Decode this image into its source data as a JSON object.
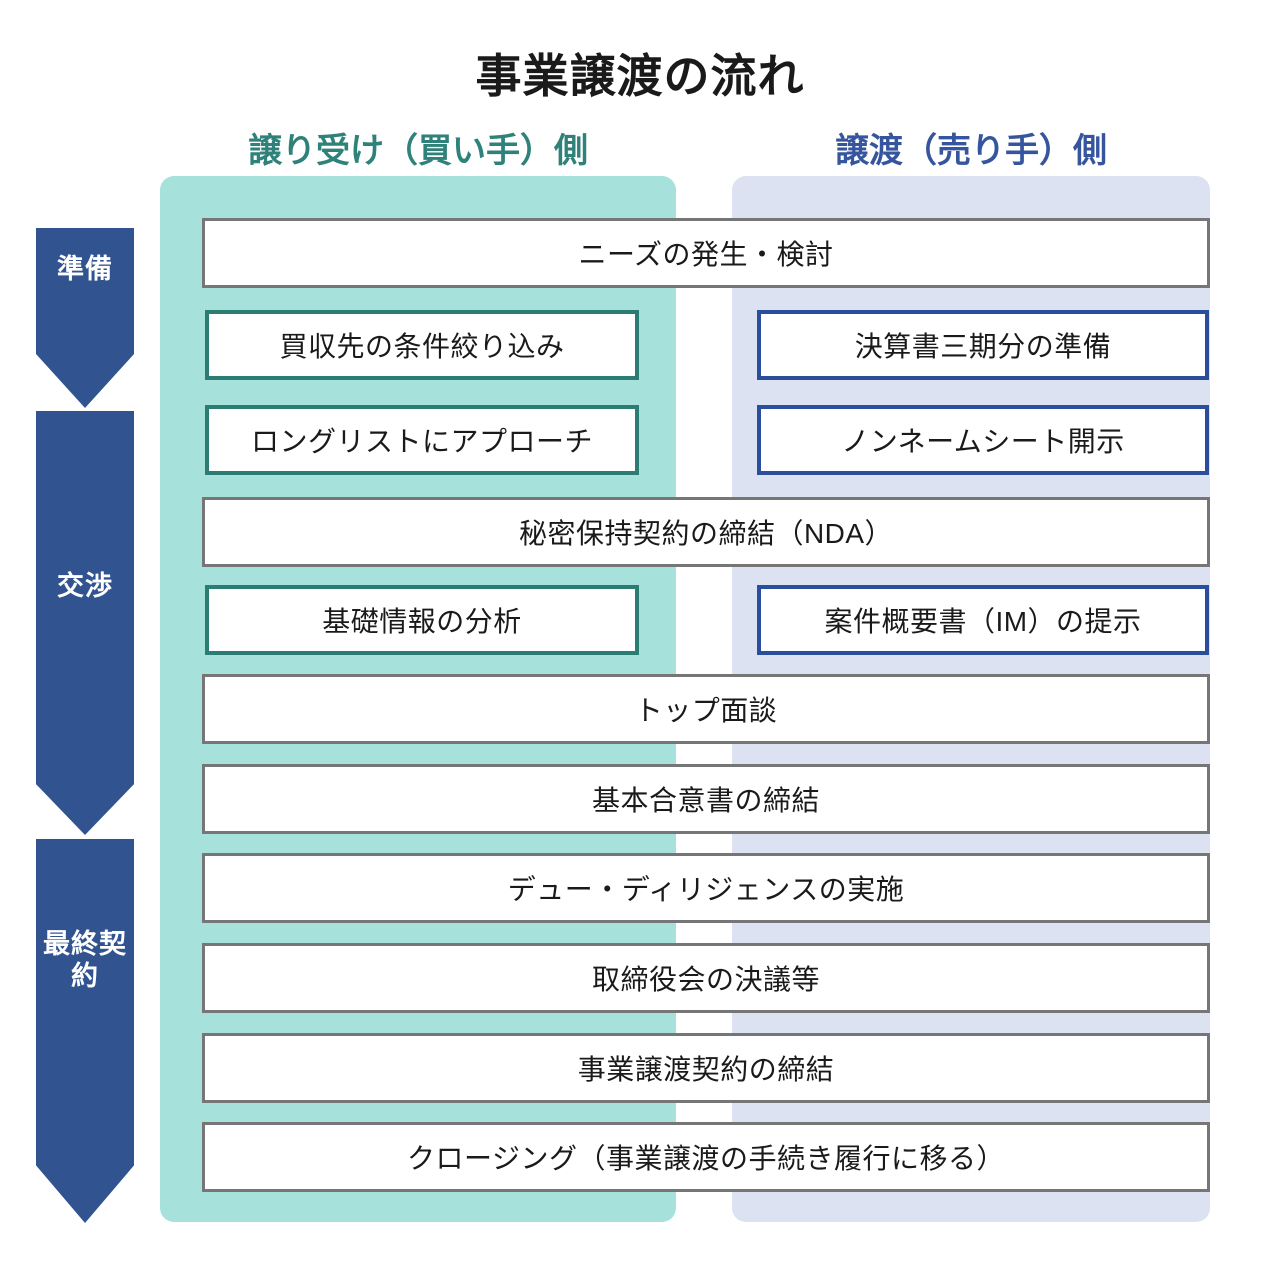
{
  "title": "事業譲渡の流れ",
  "columns": {
    "buyer": {
      "header": "譲り受け（買い手）側",
      "color": "#2e8279",
      "band": "#a6e1dc"
    },
    "seller": {
      "header": "譲渡（売り手）側",
      "color": "#35569e",
      "band": "#dce2f1"
    }
  },
  "stages": [
    {
      "label": "準備",
      "color": "#31538f"
    },
    {
      "label": "交渉",
      "color": "#31538f"
    },
    {
      "label": "最終契約",
      "color": "#31538f"
    }
  ],
  "steps": [
    {
      "span": "full",
      "text": "ニーズの発生・検討"
    },
    {
      "span": "left",
      "text": "買収先の条件絞り込み"
    },
    {
      "span": "right",
      "text": "決算書三期分の準備"
    },
    {
      "span": "left",
      "text": "ロングリストにアプローチ"
    },
    {
      "span": "right",
      "text": "ノンネームシート開示"
    },
    {
      "span": "full",
      "text": "秘密保持契約の締結（NDA）"
    },
    {
      "span": "left",
      "text": "基礎情報の分析"
    },
    {
      "span": "right",
      "text": "案件概要書（IM）の提示"
    },
    {
      "span": "full",
      "text": "トップ面談"
    },
    {
      "span": "full",
      "text": "基本合意書の締結"
    },
    {
      "span": "full",
      "text": "デュー・ディリジェンスの実施"
    },
    {
      "span": "full",
      "text": "取締役会の決議等"
    },
    {
      "span": "full",
      "text": "事業譲渡契約の締結"
    },
    {
      "span": "full",
      "text": "クロージング（事業譲渡の手続き履行に移る）"
    }
  ]
}
